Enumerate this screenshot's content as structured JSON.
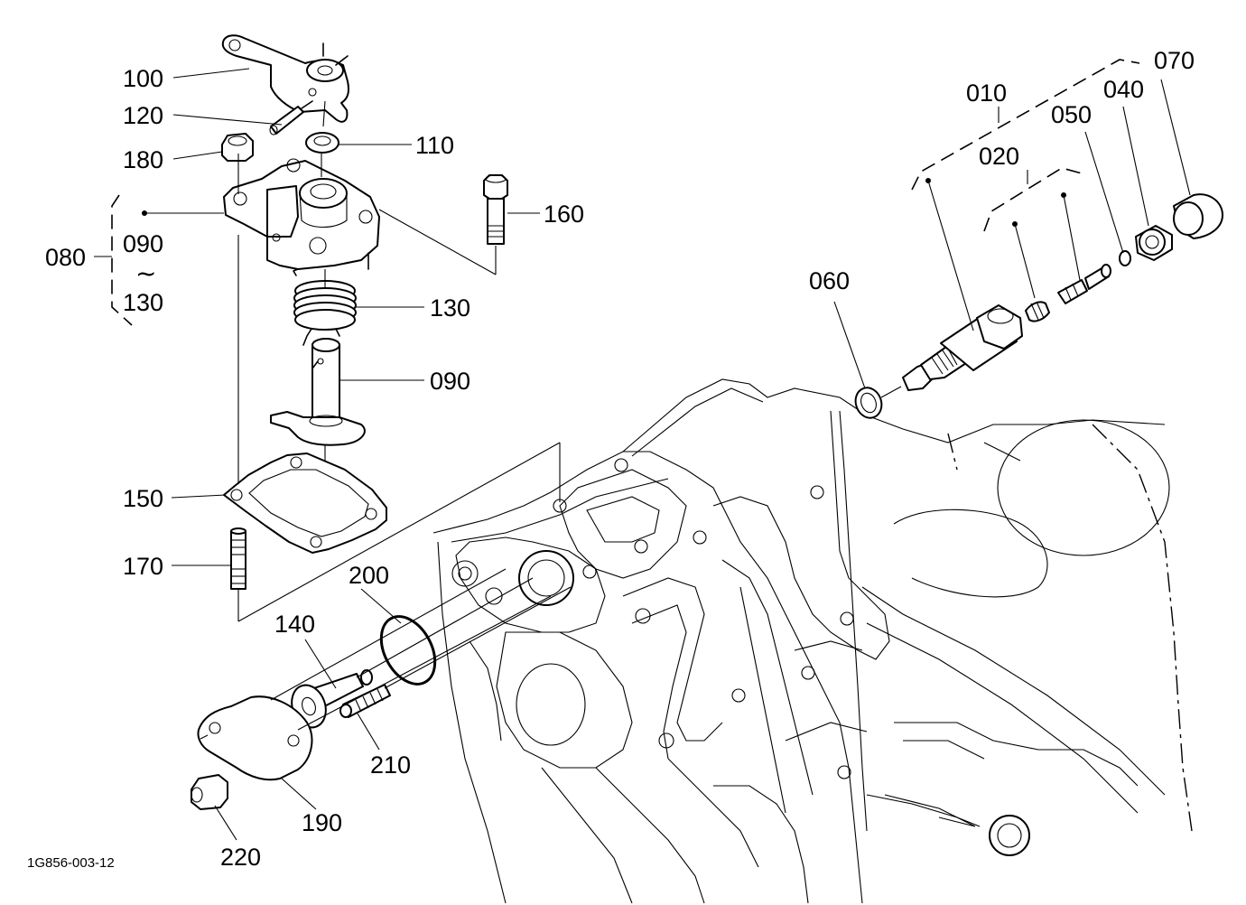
{
  "diagram_code": "1G856-003-12",
  "labels": {
    "p010": "010",
    "p020": "020",
    "p040": "040",
    "p050": "050",
    "p060": "060",
    "p070": "070",
    "p080": "080",
    "p090": "090",
    "p090_range_start": "090",
    "p090_range_tilde": "~",
    "p130_range_end": "130",
    "p100": "100",
    "p110": "110",
    "p120": "120",
    "p130": "130",
    "p140": "140",
    "p150": "150",
    "p160": "160",
    "p170": "170",
    "p180": "180",
    "p190": "190",
    "p200": "200",
    "p210": "210",
    "p220": "220"
  }
}
